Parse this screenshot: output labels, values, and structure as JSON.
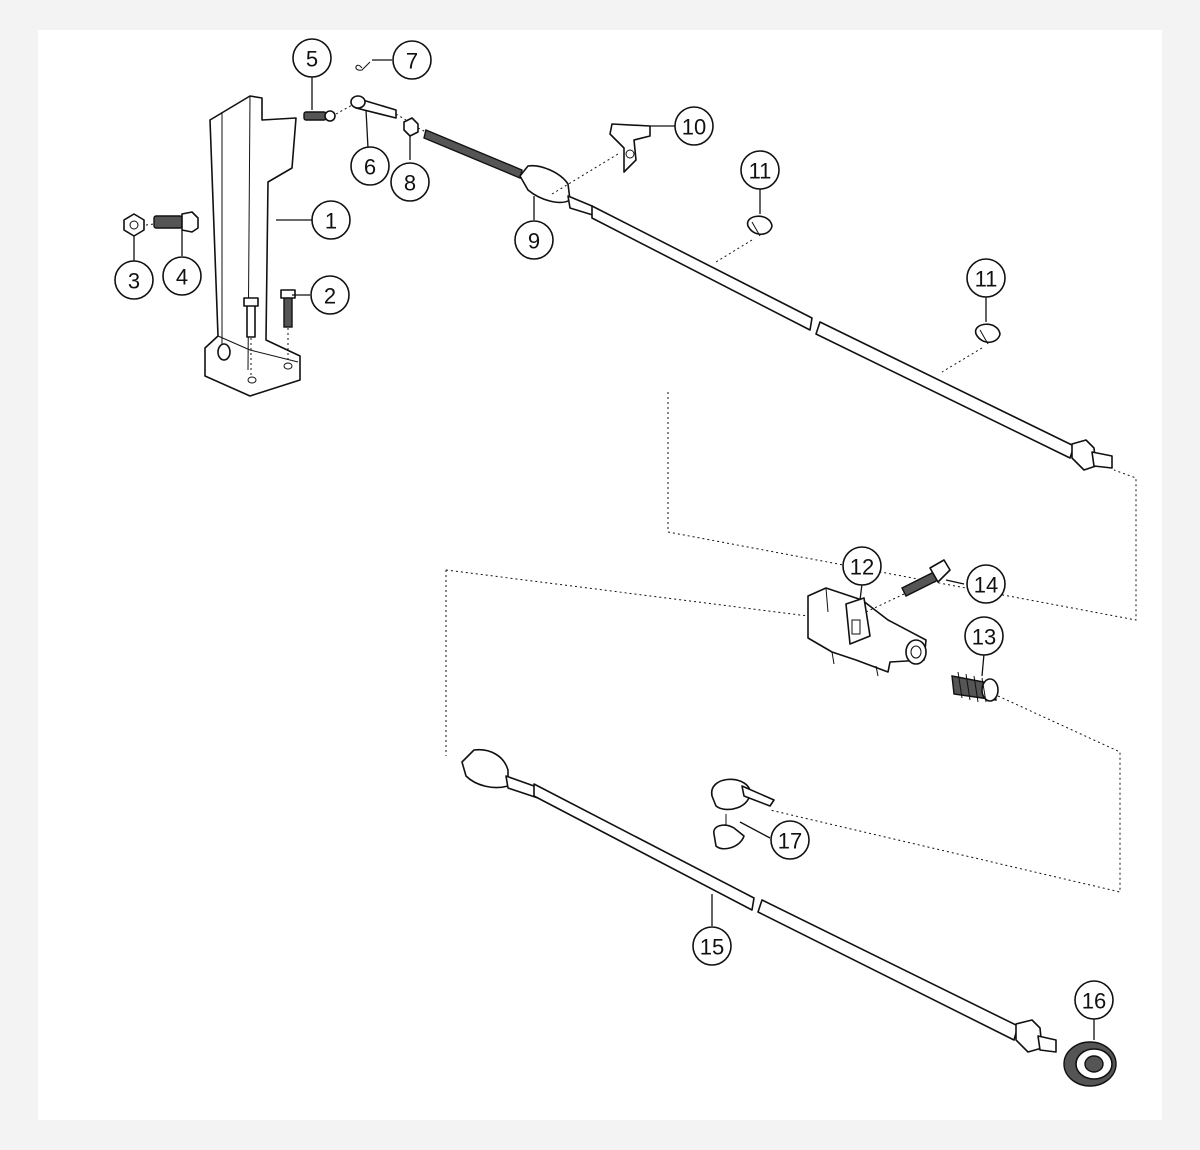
{
  "diagram": {
    "callouts": [
      {
        "id": "c1",
        "label": "1"
      },
      {
        "id": "c2",
        "label": "2"
      },
      {
        "id": "c3",
        "label": "3"
      },
      {
        "id": "c4",
        "label": "4"
      },
      {
        "id": "c5",
        "label": "5"
      },
      {
        "id": "c6",
        "label": "6"
      },
      {
        "id": "c7",
        "label": "7"
      },
      {
        "id": "c8",
        "label": "8"
      },
      {
        "id": "c9",
        "label": "9"
      },
      {
        "id": "c10",
        "label": "10"
      },
      {
        "id": "c11a",
        "label": "11"
      },
      {
        "id": "c11b",
        "label": "11"
      },
      {
        "id": "c12",
        "label": "12"
      },
      {
        "id": "c13",
        "label": "13"
      },
      {
        "id": "c14",
        "label": "14"
      },
      {
        "id": "c15",
        "label": "15"
      },
      {
        "id": "c16",
        "label": "16"
      },
      {
        "id": "c17",
        "label": "17"
      }
    ]
  }
}
